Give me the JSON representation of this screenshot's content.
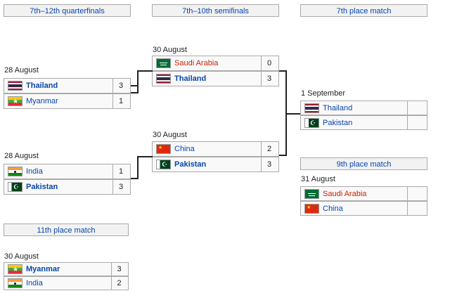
{
  "rounds": {
    "quarterfinals": "7th–12th quarterfinals",
    "semifinals": "7th–10th semifinals",
    "seventh": "7th place match",
    "ninth": "9th place match",
    "eleventh": "11th place match"
  },
  "matches": {
    "qf1": {
      "date": "28 August",
      "teams": [
        {
          "name": "Thailand",
          "score": "3",
          "flag": "thailand"
        },
        {
          "name": "Myanmar",
          "score": "1",
          "flag": "myanmar"
        }
      ]
    },
    "qf2": {
      "date": "28 August",
      "teams": [
        {
          "name": "India",
          "score": "1",
          "flag": "india"
        },
        {
          "name": "Pakistan",
          "score": "3",
          "flag": "pakistan"
        }
      ]
    },
    "sf1": {
      "date": "30 August",
      "teams": [
        {
          "name": "Saudi Arabia",
          "score": "0",
          "flag": "saudi"
        },
        {
          "name": "Thailand",
          "score": "3",
          "flag": "thailand"
        }
      ]
    },
    "sf2": {
      "date": "30 August",
      "teams": [
        {
          "name": "China",
          "score": "2",
          "flag": "china"
        },
        {
          "name": "Pakistan",
          "score": "3",
          "flag": "pakistan"
        }
      ]
    },
    "seventh": {
      "date": "1 September",
      "teams": [
        {
          "name": "Thailand",
          "score": "",
          "flag": "thailand"
        },
        {
          "name": "Pakistan",
          "score": "",
          "flag": "pakistan"
        }
      ]
    },
    "ninth": {
      "date": "31 August",
      "teams": [
        {
          "name": "Saudi Arabia",
          "score": "",
          "flag": "saudi"
        },
        {
          "name": "China",
          "score": "",
          "flag": "china"
        }
      ]
    },
    "eleventh": {
      "date": "30 August",
      "teams": [
        {
          "name": "Myanmar",
          "score": "3",
          "flag": "myanmar"
        },
        {
          "name": "India",
          "score": "2",
          "flag": "india"
        }
      ]
    }
  }
}
